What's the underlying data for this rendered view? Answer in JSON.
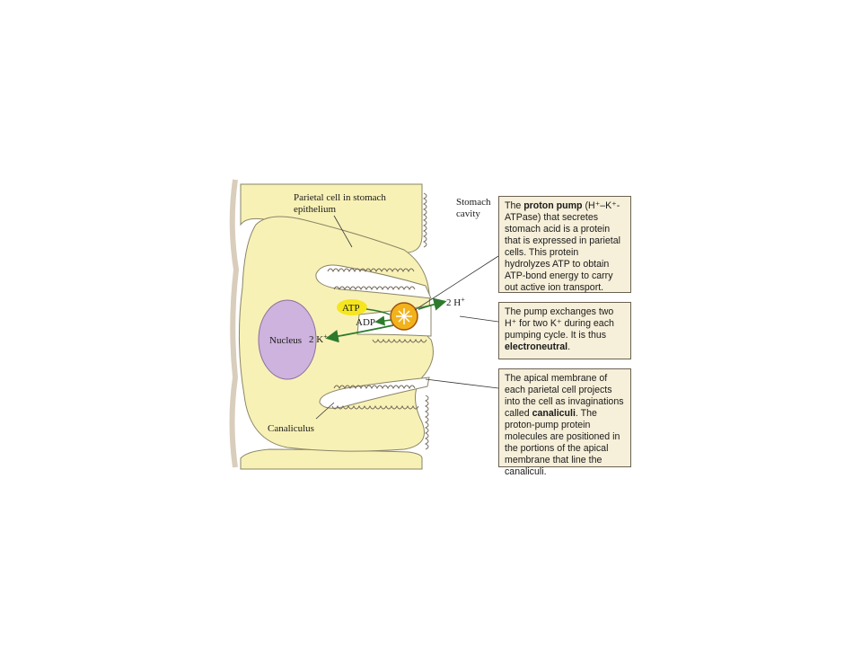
{
  "labels": {
    "parietal_cell_line1": "Parietal cell in stomach",
    "parietal_cell_line2": "epithelium",
    "stomach_cavity_line1": "Stomach",
    "stomach_cavity_line2": "cavity",
    "nucleus": "Nucleus",
    "canaliculus": "Canaliculus",
    "atp": "ATP",
    "adp": "ADP",
    "two_h": "2 H",
    "h_sup": "+",
    "two_k": "2 K",
    "k_sup": "+"
  },
  "callouts": {
    "proton_pump": {
      "pre": "The ",
      "bold": "proton pump",
      "post": " (H⁺–K⁺-ATPase) that secretes stomach acid is a protein that is expressed in parietal cells. This protein hydrolyzes ATP to obtain ATP-bond energy to carry out active ion transport."
    },
    "exchange": {
      "pre": "The pump exchanges two H⁺ for two K⁺ during each pumping cycle. It is thus ",
      "bold": "electroneutral",
      "post": "."
    },
    "apical": {
      "pre": "The apical membrane of each parietal cell projects into the cell as invaginations called ",
      "bold": "canaliculi",
      "post": ". The proton-pump protein molecules are positioned in the portions of the apical membrane that line the canaliculi."
    }
  },
  "colors": {
    "cell_fill": "#f8f1b6",
    "cell_stroke": "#8a8466",
    "nucleus_fill": "#cdb3dd",
    "pump_fill": "#f2b21c",
    "arrow_green": "#2d7a2d",
    "atp_highlight": "#f5e61e",
    "callout_bg": "#f6efd9"
  }
}
